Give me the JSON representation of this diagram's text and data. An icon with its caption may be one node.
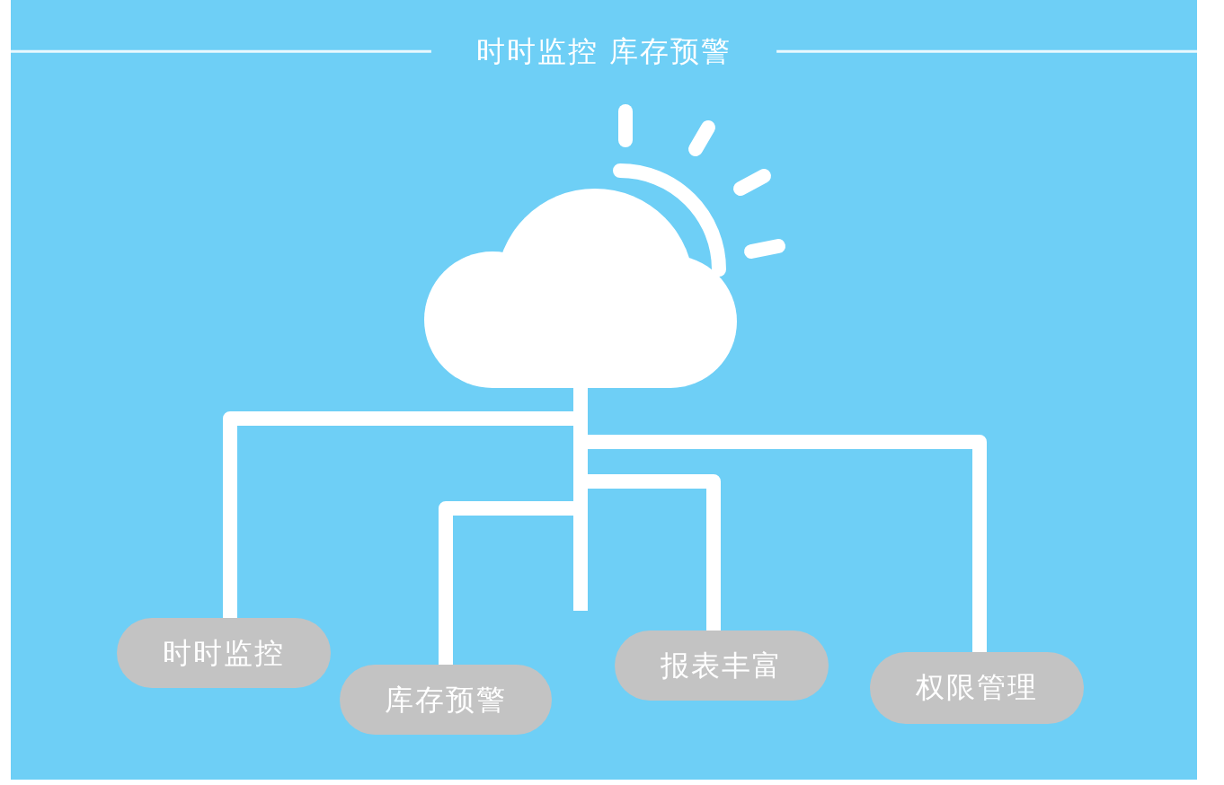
{
  "diagram": {
    "title": "时时监控 库存预警",
    "nodes": [
      {
        "text": [],
        "shape": "cloud"
      },
      {
        "text": [
          "时时监控"
        ]
      },
      {
        "text": [
          "库存预警"
        ]
      },
      {
        "text": [
          "报表丰富"
        ]
      },
      {
        "text": [
          "权限管理"
        ]
      }
    ],
    "edges": [
      {
        "from": 0,
        "to": 1,
        "arrow": "none"
      },
      {
        "from": 0,
        "to": 2,
        "arrow": "none"
      },
      {
        "from": 0,
        "to": 3,
        "arrow": "none"
      },
      {
        "from": 0,
        "to": 4,
        "arrow": "none"
      }
    ]
  }
}
